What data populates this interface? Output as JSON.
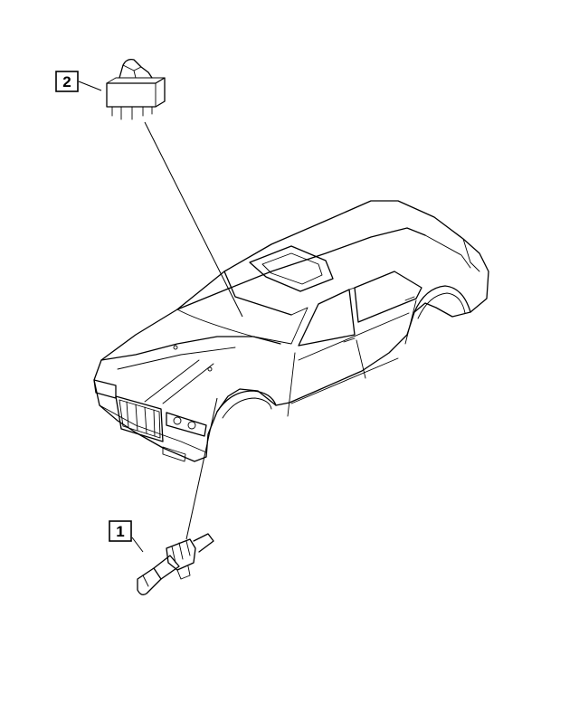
{
  "callouts": [
    {
      "id": "1",
      "label": "1",
      "part": "brake-lamp-switch"
    },
    {
      "id": "2",
      "label": "2",
      "part": "relay"
    }
  ],
  "colors": {
    "line": "#000000",
    "background": "#ffffff"
  }
}
